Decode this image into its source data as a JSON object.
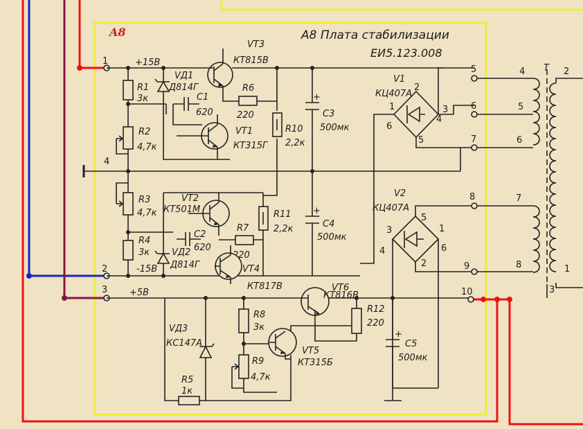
{
  "board": {
    "tag": "A8",
    "title": "А8 Плата стабилизации",
    "doc_number": "ЕИ5.123.008"
  },
  "colors": {
    "paper": "#efe3c4",
    "board_outline": "#f3ea3c",
    "wire_red": "#e11111",
    "wire_blue": "#1525c0",
    "wire_maroon": "#8a1640",
    "ink": "#222222"
  },
  "terminals": {
    "t1": {
      "num": "1",
      "label": "+15В"
    },
    "t2": {
      "num": "2",
      "label": "-15В"
    },
    "t3": {
      "num": "3",
      "label": "+5В"
    },
    "t4": {
      "num": "4"
    },
    "t5": {
      "num": "5"
    },
    "t6": {
      "num": "6"
    },
    "t7": {
      "num": "7"
    },
    "t8": {
      "num": "8"
    },
    "t9": {
      "num": "9"
    },
    "t10": {
      "num": "10"
    }
  },
  "resistors": {
    "R1": {
      "ref": "R1",
      "value": "3к"
    },
    "R2": {
      "ref": "R2",
      "value": "4,7к"
    },
    "R3": {
      "ref": "R3",
      "value": "4,7к"
    },
    "R4": {
      "ref": "R4",
      "value": "3к"
    },
    "R5": {
      "ref": "R5",
      "value": "1к"
    },
    "R6": {
      "ref": "R6",
      "value": "220"
    },
    "R7": {
      "ref": "R7",
      "value": "220"
    },
    "R8": {
      "ref": "R8",
      "value": "3к"
    },
    "R9": {
      "ref": "R9",
      "value": "4,7к"
    },
    "R10": {
      "ref": "R10",
      "value": "2,2к"
    },
    "R11": {
      "ref": "R11",
      "value": "2,2к"
    },
    "R12": {
      "ref": "R12",
      "value": "220"
    }
  },
  "capacitors": {
    "C1": {
      "ref": "C1",
      "value": "620"
    },
    "C2": {
      "ref": "C2",
      "value": "620"
    },
    "C3": {
      "ref": "C3",
      "value": "500мк"
    },
    "C4": {
      "ref": "C4",
      "value": "500мк"
    },
    "C5": {
      "ref": "C5",
      "value": "500мк"
    }
  },
  "diodes": {
    "VD1": {
      "ref": "VД1",
      "part": "Д814Г"
    },
    "VD2": {
      "ref": "VД2",
      "part": "Д814Г"
    },
    "VD3": {
      "ref": "VД3",
      "part": "КС147А"
    }
  },
  "transistors": {
    "VT1": {
      "ref": "VT1",
      "part": "КТ315Г"
    },
    "VT2": {
      "ref": "VT2",
      "part": "КТ501М"
    },
    "VT3": {
      "ref": "VT3",
      "part": "КТ815В"
    },
    "VT4": {
      "ref": "VT4",
      "part": "КТ817В"
    },
    "VT5": {
      "ref": "VT5",
      "part": "КТ315Б"
    },
    "VT6": {
      "ref": "VT6",
      "part": "КТ816В"
    }
  },
  "bridges": {
    "V1": {
      "ref": "V1",
      "part": "КЦ407А",
      "pins": [
        "1",
        "2",
        "3",
        "4",
        "5",
        "6"
      ]
    },
    "V2": {
      "ref": "V2",
      "part": "КЦ407А",
      "pins": [
        "1",
        "2",
        "3",
        "4",
        "5",
        "6"
      ]
    }
  },
  "transformer": {
    "ref": "T",
    "pins": [
      "1",
      "2",
      "3",
      "4",
      "5",
      "6",
      "7",
      "8"
    ]
  }
}
